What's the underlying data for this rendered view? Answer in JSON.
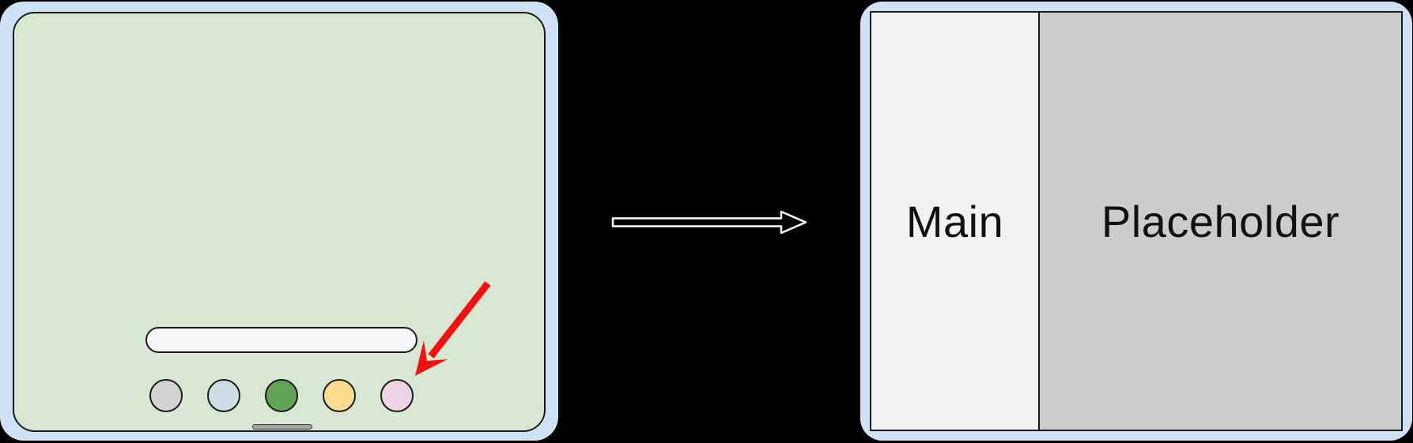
{
  "launcher_device": {
    "frame_color": "#cfe1f4",
    "screen_color": "#d8e7d2",
    "search_bar": {
      "value": "",
      "placeholder": "",
      "color": "#f7f7f7"
    },
    "dock_icons": [
      {
        "name": "app-icon-gray",
        "color": "#d3d3d3"
      },
      {
        "name": "app-icon-blue",
        "color": "#cfdde6"
      },
      {
        "name": "app-icon-green",
        "color": "#61a455"
      },
      {
        "name": "app-icon-yellow",
        "color": "#fbdb8d"
      },
      {
        "name": "app-icon-pink",
        "color": "#ecd4e4"
      }
    ],
    "home_indicator_color": "#a3a3a3"
  },
  "split_device": {
    "frame_color": "#cfe1f4",
    "main_label": "Main",
    "main_color": "#f2f2f2",
    "placeholder_label": "Placeholder",
    "placeholder_color": "#cccccc"
  },
  "annotations": {
    "tap_arrow_color": "#ee1212",
    "transition_arrow_fill": "#000000",
    "transition_arrow_outline": "#ffffff"
  }
}
